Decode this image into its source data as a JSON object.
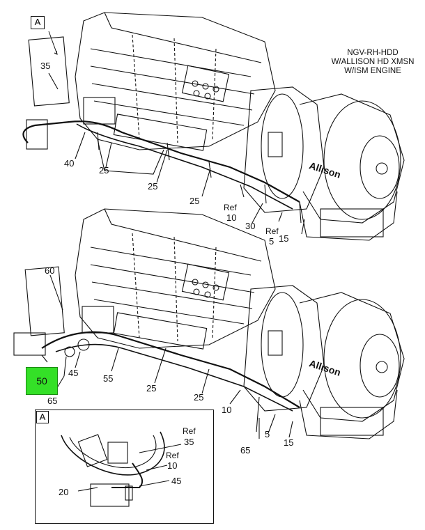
{
  "title_lines": [
    "NGV-RH-HDD",
    "W/ALLISON HD XMSN",
    "W/ISM ENGINE"
  ],
  "view_tag": "A",
  "detail_tag": "A",
  "highlight_label": "50",
  "brand_text": "Allison",
  "callouts_top": {
    "c35": "35",
    "c40": "40",
    "c25a": "25",
    "c25b": "25",
    "c25c": "25",
    "ref10_a": "Ref",
    "ref10_b": "10",
    "c30": "30",
    "ref5_a": "Ref",
    "ref5_b": "5",
    "c15": "15"
  },
  "callouts_bottom": {
    "c60": "60",
    "c45": "45",
    "c55": "55",
    "c65a": "65",
    "c25a": "25",
    "c25b": "25",
    "c10": "10",
    "c65b": "65",
    "c5": "5",
    "c15": "15"
  },
  "callouts_detail": {
    "ref35_a": "Ref",
    "ref35_b": "35",
    "ref10_a": "Ref",
    "ref10_b": "10",
    "c20": "20",
    "c45": "45"
  },
  "colors": {
    "highlight": "#34e027",
    "line": "#111111"
  }
}
